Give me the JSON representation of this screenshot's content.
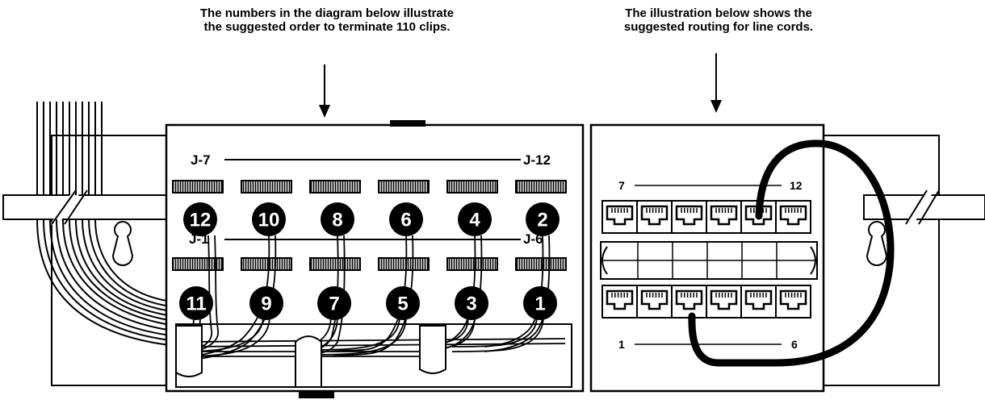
{
  "captions": {
    "left": "The numbers in the diagram below illustrate the suggested order to terminate 110 clips.",
    "right": "The illustration below shows the suggested routing for line cords."
  },
  "left_panel": {
    "top_row_label_start": "J-7",
    "top_row_label_end": "J-12",
    "bottom_row_label_start": "J-1",
    "bottom_row_label_end": "J-6",
    "top_numbers": [
      "12",
      "10",
      "8",
      "6",
      "4",
      "2"
    ],
    "bottom_numbers": [
      "11",
      "9",
      "7",
      "5",
      "3",
      "1"
    ]
  },
  "right_panel": {
    "top_label_start": "7",
    "top_label_end": "12",
    "bottom_label_start": "1",
    "bottom_label_end": "6",
    "jack_count_per_row": 6
  },
  "colors": {
    "ink": "#000000",
    "paper": "#ffffff"
  }
}
